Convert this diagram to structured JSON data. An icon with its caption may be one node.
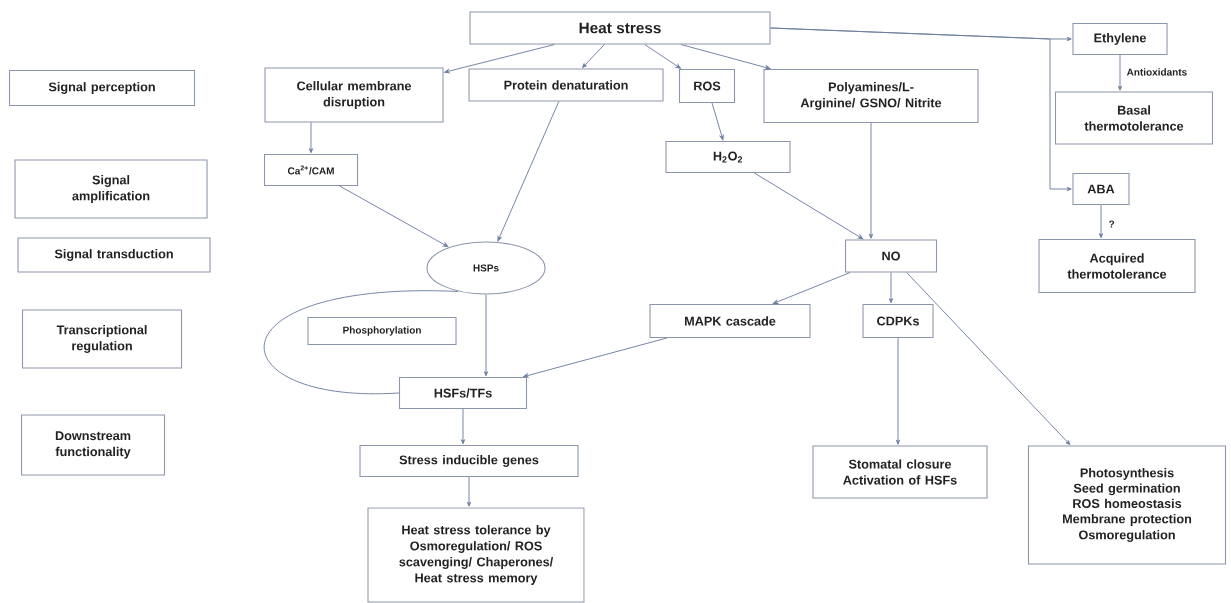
{
  "diagram": {
    "nodes": [
      {
        "text": [
          "Heat stress"
        ]
      },
      {
        "text": [
          "Signal perception"
        ]
      },
      {
        "text": [
          "Signal amplification"
        ]
      },
      {
        "text": [
          "Signal transduction"
        ]
      },
      {
        "text": [
          "Transcriptional regulation"
        ]
      },
      {
        "text": [
          "Downstream functionality"
        ]
      },
      {
        "text": [
          "Cellular membrane disruption"
        ]
      },
      {
        "text": [
          "Protein denaturation"
        ]
      },
      {
        "text": [
          "ROS"
        ]
      },
      {
        "text": [
          "Polyamines/L-Arginine/ GSNO/ Nitrite"
        ]
      },
      {
        "text": [
          "Ethylene"
        ]
      },
      {
        "text": [
          "Basal thermotolerance"
        ]
      },
      {
        "text": [
          "Ca$^{2+}$/CAM"
        ]
      },
      {
        "text": [
          "H$_{2}$O$_{2}$"
        ]
      },
      {
        "text": [
          "ABA"
        ]
      },
      {
        "text": [
          "HSPs"
        ]
      },
      {
        "text": [
          "NO"
        ]
      },
      {
        "text": [
          "Acquired thermotolerance"
        ]
      },
      {
        "text": [
          "Phosphorylation"
        ]
      },
      {
        "text": [
          "MAPK cascade"
        ]
      },
      {
        "text": [
          "CDPKs"
        ]
      },
      {
        "text": [
          "HSFs/TFs"
        ]
      },
      {
        "text": [
          "Stress inducible genes"
        ]
      },
      {
        "text": [
          "Stomatal closure",
          "Activation of HSFs"
        ]
      },
      {
        "text": [
          "Photosynthesis",
          "Seed germination",
          "ROS homeostasis",
          "Membrane protection",
          "Osmoregulation"
        ]
      },
      {
        "text": [
          "Heat stress tolerance by Osmoregulation/ ROS scavenging/ Chaperones/ Heat stress memory"
        ]
      }
    ],
    "edges": [
      {
        "from": 0,
        "to": 6,
        "arrow": "to"
      },
      {
        "from": 0,
        "to": 7,
        "arrow": "to"
      },
      {
        "from": 0,
        "to": 8,
        "arrow": "to"
      },
      {
        "from": 0,
        "to": 9,
        "arrow": "to"
      },
      {
        "from": 0,
        "to": 10,
        "arrow": "to"
      },
      {
        "from": 0,
        "to": 14,
        "arrow": "to"
      },
      {
        "from": 6,
        "to": 12,
        "arrow": "to"
      },
      {
        "from": 7,
        "to": 15,
        "arrow": "to"
      },
      {
        "from": 8,
        "to": 13,
        "arrow": "to"
      },
      {
        "from": 9,
        "to": 16,
        "arrow": "to"
      },
      {
        "from": 10,
        "to": 11,
        "arrow": "to",
        "label": "Antioxidants"
      },
      {
        "from": 12,
        "to": 15,
        "arrow": "to"
      },
      {
        "from": 13,
        "to": 16,
        "arrow": "to"
      },
      {
        "from": 14,
        "to": 17,
        "arrow": "to",
        "label": "?"
      },
      {
        "from": 15,
        "to": 21,
        "arrow": "to"
      },
      {
        "from": 15,
        "to": 21,
        "arrow": "none"
      },
      {
        "from": 16,
        "to": 19,
        "arrow": "to"
      },
      {
        "from": 16,
        "to": 20,
        "arrow": "to"
      },
      {
        "from": 16,
        "to": 24,
        "arrow": "to"
      },
      {
        "from": 19,
        "to": 21,
        "arrow": "to"
      },
      {
        "from": 20,
        "to": 23,
        "arrow": "to"
      },
      {
        "from": 21,
        "to": 22,
        "arrow": "to"
      },
      {
        "from": 22,
        "to": 25,
        "arrow": "to"
      }
    ]
  }
}
